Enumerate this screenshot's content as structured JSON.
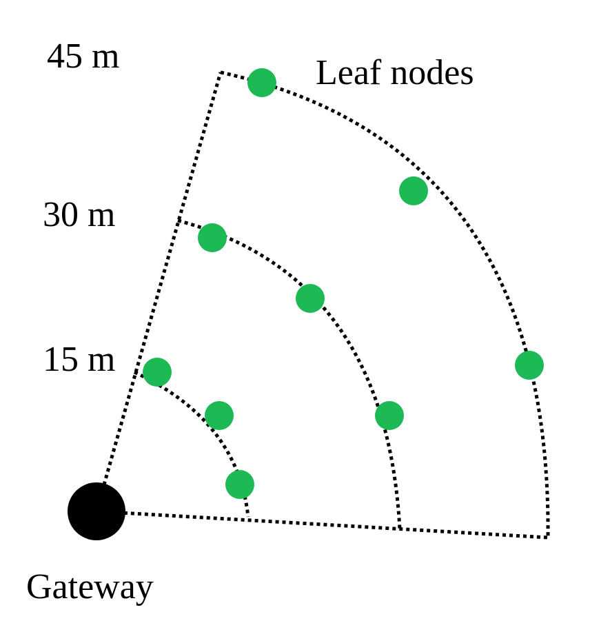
{
  "labels": {
    "r45": "45 m",
    "r30": "30 m",
    "r15": "15 m",
    "leaf": "Leaf nodes",
    "gateway": "Gateway"
  },
  "colors": {
    "node": "#1db954",
    "gateway": "#000000",
    "line": "#000000"
  },
  "rings": [
    {
      "radius_m": 15,
      "label": "15 m",
      "nodes": 3
    },
    {
      "radius_m": 30,
      "label": "30 m",
      "nodes": 3
    },
    {
      "radius_m": 45,
      "label": "45 m",
      "nodes": 3
    }
  ]
}
